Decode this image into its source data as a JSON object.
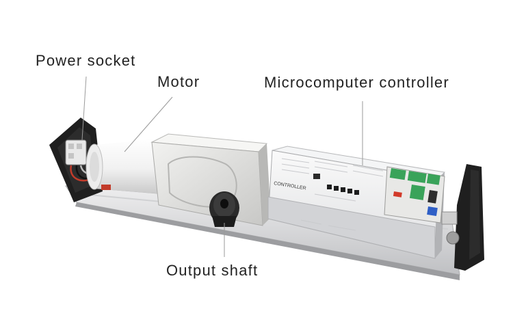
{
  "labels": {
    "power_socket": "Power socket",
    "motor": "Motor",
    "microcomputer_controller": "Microcomputer controller",
    "output_shaft": "Output shaft"
  },
  "device_markings": {
    "controller_text": "CONTROLLER"
  },
  "colors": {
    "background": "#ffffff",
    "label_text": "#222222",
    "leader_line": "#9a9a9a",
    "rail": "#d9dadc",
    "motor_body": "#f4f4f4",
    "gearbox": "#e6e6e4",
    "end_caps": "#1e1e1e",
    "terminal_blocks": "#3aa35a",
    "dip_switch": "#d23a2a"
  }
}
